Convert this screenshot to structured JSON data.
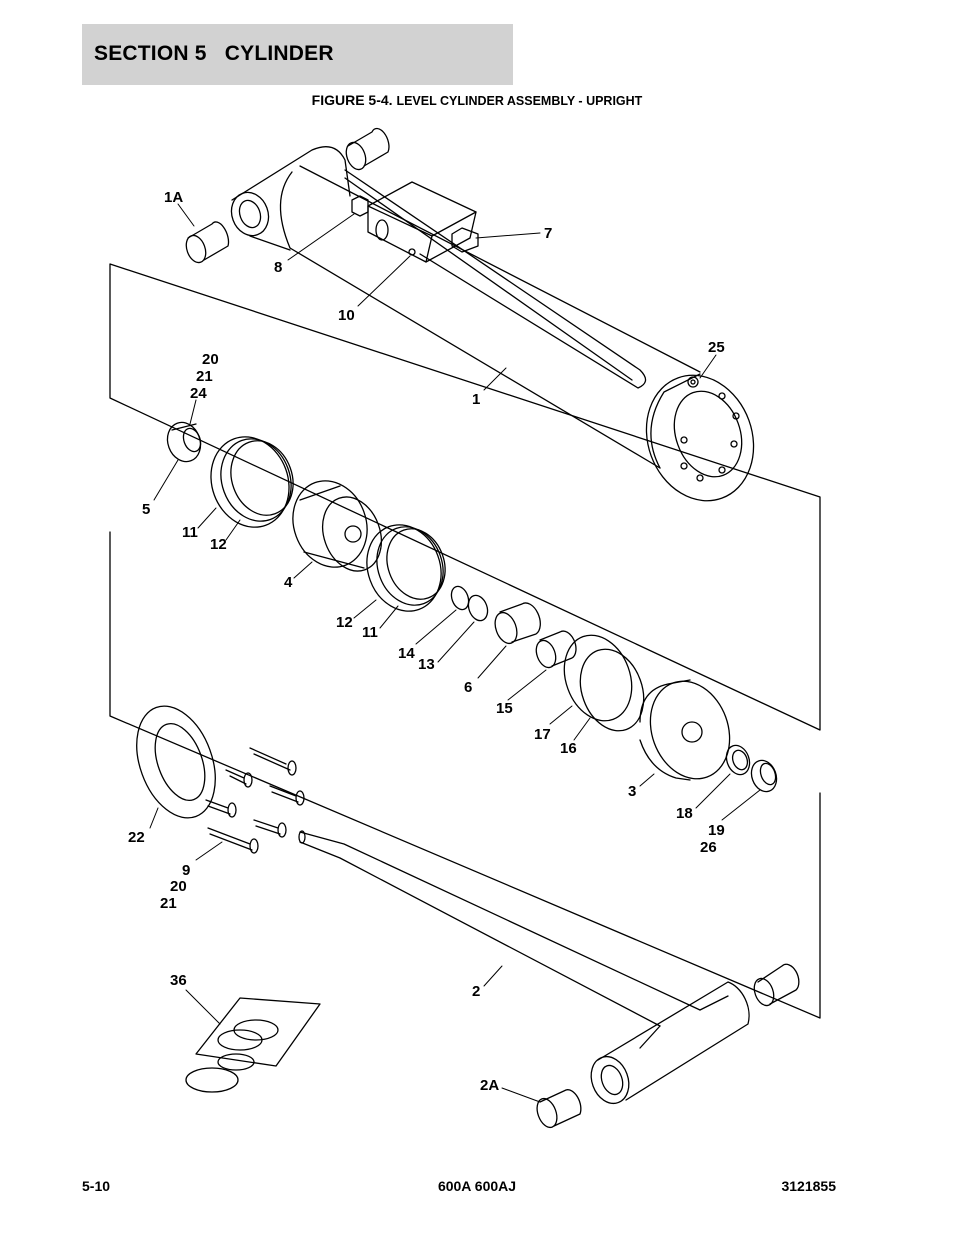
{
  "section_header": "SECTION 5   CYLINDER",
  "figure": {
    "number": "FIGURE 5-4.",
    "title": "LEVEL CYLINDER ASSEMBLY - UPRIGHT"
  },
  "callouts": [
    {
      "id": "c-1a",
      "text": "1A"
    },
    {
      "id": "c-7",
      "text": "7"
    },
    {
      "id": "c-8",
      "text": "8"
    },
    {
      "id": "c-10",
      "text": "10"
    },
    {
      "id": "c-25",
      "text": "25"
    },
    {
      "id": "c-20a",
      "text": "20"
    },
    {
      "id": "c-21a",
      "text": "21"
    },
    {
      "id": "c-24",
      "text": "24"
    },
    {
      "id": "c-1",
      "text": "1"
    },
    {
      "id": "c-5",
      "text": "5"
    },
    {
      "id": "c-11a",
      "text": "11"
    },
    {
      "id": "c-12a",
      "text": "12"
    },
    {
      "id": "c-4",
      "text": "4"
    },
    {
      "id": "c-12b",
      "text": "12"
    },
    {
      "id": "c-11b",
      "text": "11"
    },
    {
      "id": "c-14",
      "text": "14"
    },
    {
      "id": "c-13",
      "text": "13"
    },
    {
      "id": "c-6",
      "text": "6"
    },
    {
      "id": "c-15",
      "text": "15"
    },
    {
      "id": "c-17",
      "text": "17"
    },
    {
      "id": "c-16",
      "text": "16"
    },
    {
      "id": "c-3",
      "text": "3"
    },
    {
      "id": "c-18",
      "text": "18"
    },
    {
      "id": "c-19",
      "text": "19"
    },
    {
      "id": "c-26",
      "text": "26"
    },
    {
      "id": "c-22",
      "text": "22"
    },
    {
      "id": "c-9",
      "text": "9"
    },
    {
      "id": "c-20b",
      "text": "20"
    },
    {
      "id": "c-21b",
      "text": "21"
    },
    {
      "id": "c-36",
      "text": "36"
    },
    {
      "id": "c-2",
      "text": "2"
    },
    {
      "id": "c-2a",
      "text": "2A"
    }
  ],
  "footer": {
    "page": "5-10",
    "model": "600A 600AJ",
    "doc_number": "3121855"
  }
}
